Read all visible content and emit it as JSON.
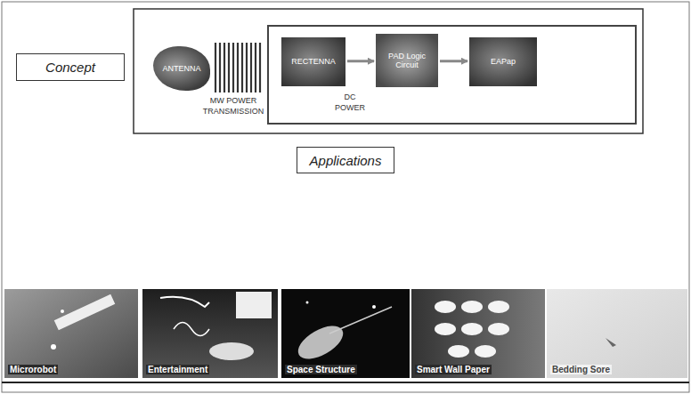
{
  "diagram": {
    "nodes": [
      {
        "text": [
          "Concept"
        ]
      },
      {
        "text": [
          "ANTENNA"
        ]
      },
      {
        "text": [
          "DC POWER"
        ]
      },
      {
        "text": [
          "RECTENNA"
        ],
        "in": 2
      },
      {
        "text": [
          "PAD Logic Circuit"
        ],
        "in": 2
      },
      {
        "text": [
          "EAPap"
        ],
        "in": 2
      },
      {
        "text": [
          "Applications"
        ]
      },
      {
        "text": [
          "Microrobot"
        ]
      },
      {
        "text": [
          "Entertainment"
        ]
      },
      {
        "text": [
          "Space Structure"
        ]
      },
      {
        "text": [
          "Smart Wall Paper"
        ]
      },
      {
        "text": [
          "Bedding Sore"
        ]
      }
    ],
    "edges": [
      {
        "from": 3,
        "to": 4,
        "arrow": "to"
      },
      {
        "from": 4,
        "to": 5,
        "arrow": "to"
      }
    ],
    "labels": [
      "MW POWER TRANSMISSION"
    ]
  }
}
